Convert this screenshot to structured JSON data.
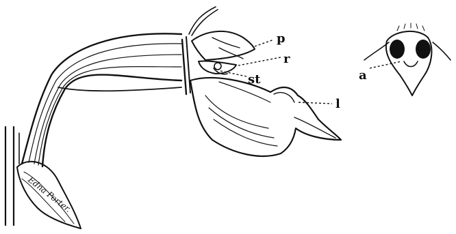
{
  "labels": {
    "p": "p",
    "r": "r",
    "st": "st",
    "l": "l",
    "a": "a"
  },
  "signature": "Edna Porter.",
  "colors": {
    "ink": "#111111",
    "paper": "#ffffff"
  }
}
